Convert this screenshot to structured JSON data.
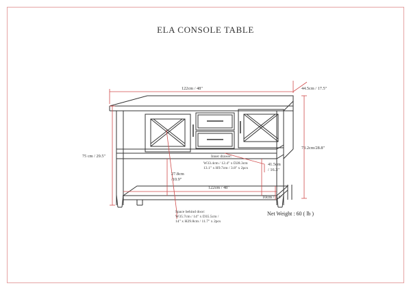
{
  "title": "ELA CONSOLE TABLE",
  "dimensions": {
    "top_width": "122cm / 48\"",
    "depth": "44.5cm / 17.5\"",
    "height_left": "75 cm / 29.5\"",
    "height_right": "73.2cm/28.8\"",
    "shelf_width": "122cm / 48\"",
    "shelf_clearance": "27.8cm",
    "shelf_clearance_in": "/10.9\"",
    "open_shelf_height": "41.5cm",
    "open_shelf_height_in": "/ 16.3\"",
    "floor_clearance": "10cm / 3.9\""
  },
  "inner_drawer": {
    "heading": "Inner drawer:",
    "line1": "W33.4cm / 12.4\" x D28.3cm",
    "line2": "13.1\" x H9.7cm / 3.8\" x 2pcs"
  },
  "space_behind_door": {
    "heading": "Space behind door:",
    "line1": "W35.7cm / 14\" x D35.5cm /",
    "line2": "14\" x H29.8cm / 11.7\" x 2pcs"
  },
  "net_weight": "Net Weight : 60 ( lb )",
  "colors": {
    "frame_border": "#e5a3a3",
    "dimension_line": "#d04a4a",
    "furniture_line": "#333333"
  }
}
